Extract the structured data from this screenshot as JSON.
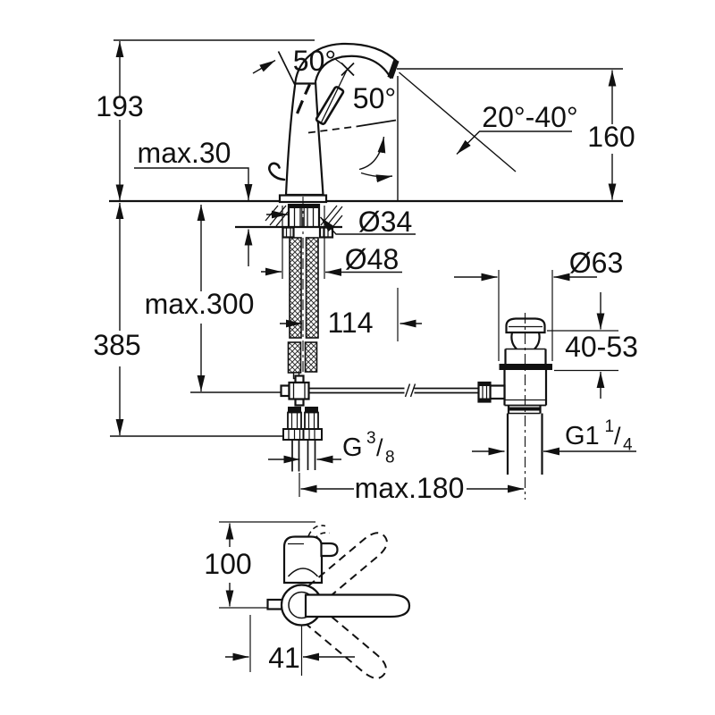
{
  "meta": {
    "ink": "#111111",
    "paper": "#ffffff",
    "drawing_type": "faucet installation dimension drawing"
  },
  "front_view": {
    "total_height": "193",
    "deck_max_thickness": "max.30",
    "spout_height": "160",
    "handle_swivel_angle": "50°",
    "handle_tilt_angle": "50°",
    "stream_angle_range": "20°-40°",
    "hole_diameter": "Ø34",
    "base_diameter": "Ø48",
    "spout_reach": "114",
    "below_deck_height": "385",
    "supply_hose_length": "max.300"
  },
  "supply_thread": {
    "name": "G",
    "sup": "3",
    "slash": "/",
    "sub": "8"
  },
  "waste": {
    "flange_diameter": "Ø63",
    "clamping_range": "40-53",
    "rod_max_reach": "max.180",
    "thread": {
      "name": "G1",
      "sup": "1",
      "slash": "/",
      "sub": "4"
    }
  },
  "top_view": {
    "body_depth": "100",
    "handle_offset": "41"
  }
}
